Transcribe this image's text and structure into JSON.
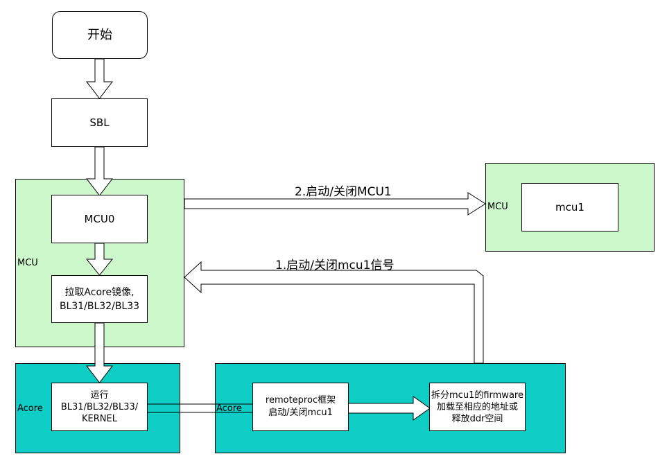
{
  "colors": {
    "mcu_fill": "#ccf8cc",
    "acore_fill": "#0ecdc4",
    "box_fill": "#ffffff",
    "stroke": "#000000"
  },
  "nodes": {
    "start": "开始",
    "sbl": "SBL",
    "mcu0": "MCU0",
    "pull_acore": [
      "拉取Acore镜像,",
      "BL31/BL32/BL33"
    ],
    "mcu1": "mcu1",
    "run": [
      "运行",
      "BL31/BL32/BL33/",
      "KERNEL"
    ],
    "remoteproc": [
      "remoteproc框架",
      "启动/关闭mcu1"
    ],
    "firmware": [
      "拆分mcu1的firmware",
      "加载至相应的地址或",
      "释放ddr空间"
    ]
  },
  "groups": {
    "mcu_left": "MCU",
    "mcu_right": "MCU",
    "acore_left": "Acore",
    "acore_right": "Acore"
  },
  "edges": {
    "to_mcu1": "2.启动/关闭MCU1",
    "signal": "1.启动/关闭mcu1信号"
  }
}
